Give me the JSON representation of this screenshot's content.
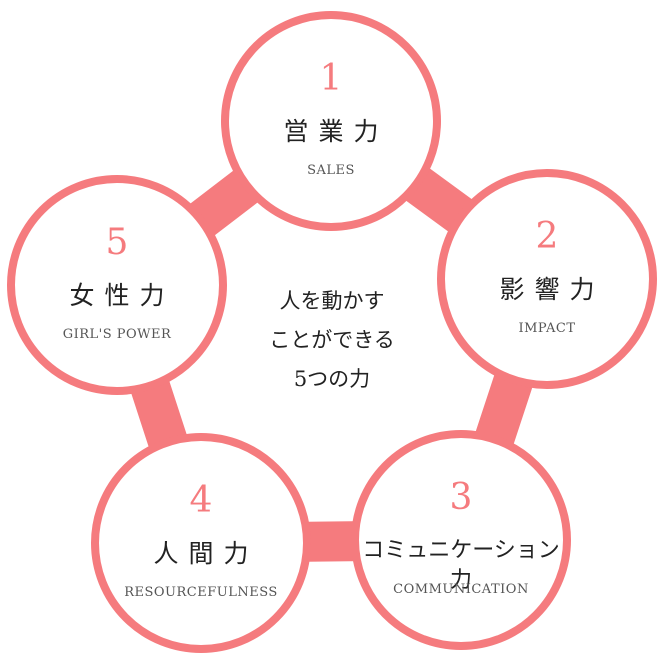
{
  "center": {
    "line1": "人を動かす",
    "line2": "ことができる",
    "line3": "5つの力"
  },
  "nodes": [
    {
      "number": "1",
      "title": "営業力",
      "subtitle": "SALES"
    },
    {
      "number": "2",
      "title": "影響力",
      "subtitle": "IMPACT"
    },
    {
      "number": "3",
      "title": "コミュニケーション力",
      "subtitle": "COMMUNICATION"
    },
    {
      "number": "4",
      "title": "人間力",
      "subtitle": "RESOURCEFULNESS"
    },
    {
      "number": "5",
      "title": "女性力",
      "subtitle": "GIRL'S POWER"
    }
  ],
  "colors": {
    "accent": "#f57b7e",
    "text": "#222222",
    "subtext": "#555555",
    "background": "#ffffff"
  }
}
